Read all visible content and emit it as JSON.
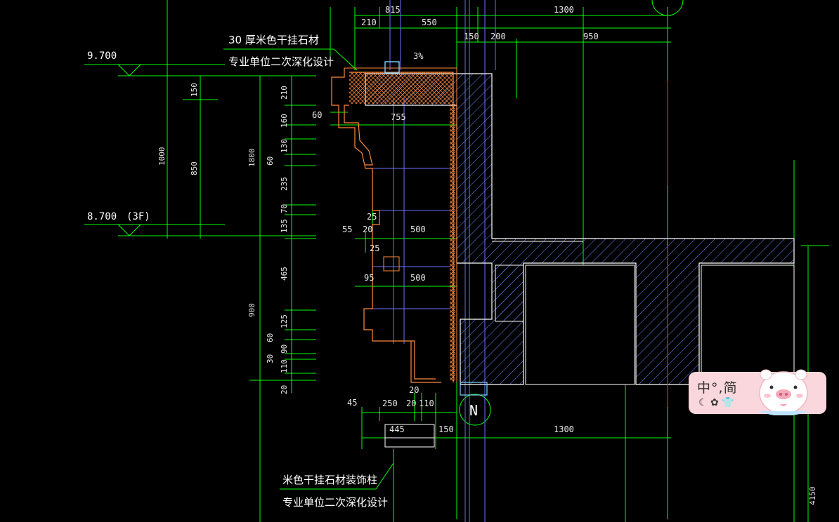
{
  "drawing": {
    "notes": {
      "top_line1": "30 厚米色干挂石材",
      "top_line2": "专业单位二次深化设计",
      "bottom_line1": "米色干挂石材装饰柱",
      "bottom_line2": "专业单位二次深化设计"
    },
    "levels": [
      {
        "value": "9.700",
        "suffix": ""
      },
      {
        "value": "8.700",
        "suffix": "(3F)"
      }
    ],
    "dims_top": [
      "815",
      "210",
      "550",
      "150",
      "200",
      "1300",
      "950",
      "3%"
    ],
    "dims_left_outer": [
      "150",
      "1000",
      "850"
    ],
    "dims_left_inner": [
      "1800",
      "210",
      "160",
      "130",
      "60",
      "235",
      "70",
      "135",
      "465",
      "900",
      "125",
      "60",
      "90",
      "30",
      "110",
      "20"
    ],
    "dims_middle": [
      "60",
      "755",
      "25",
      "55",
      "20",
      "25",
      "500",
      "95",
      "500"
    ],
    "dims_bottom": [
      "20",
      "45",
      "250",
      "20",
      "110",
      "445",
      "150",
      "1300"
    ],
    "dim_right": "4150",
    "grid_bubble": "N",
    "colors": {
      "dimension": "#00ff00",
      "stone_outline": "#ff8a3c",
      "structure": "#ffffff",
      "hatch": "#7fa0ff",
      "glazing": "#7070ff",
      "axis_red": "#ff2020"
    }
  },
  "ime": {
    "mode": "中",
    "punct": "°,",
    "script": "简",
    "icons": [
      "moon-icon",
      "gear-icon",
      "shirt-icon"
    ]
  }
}
